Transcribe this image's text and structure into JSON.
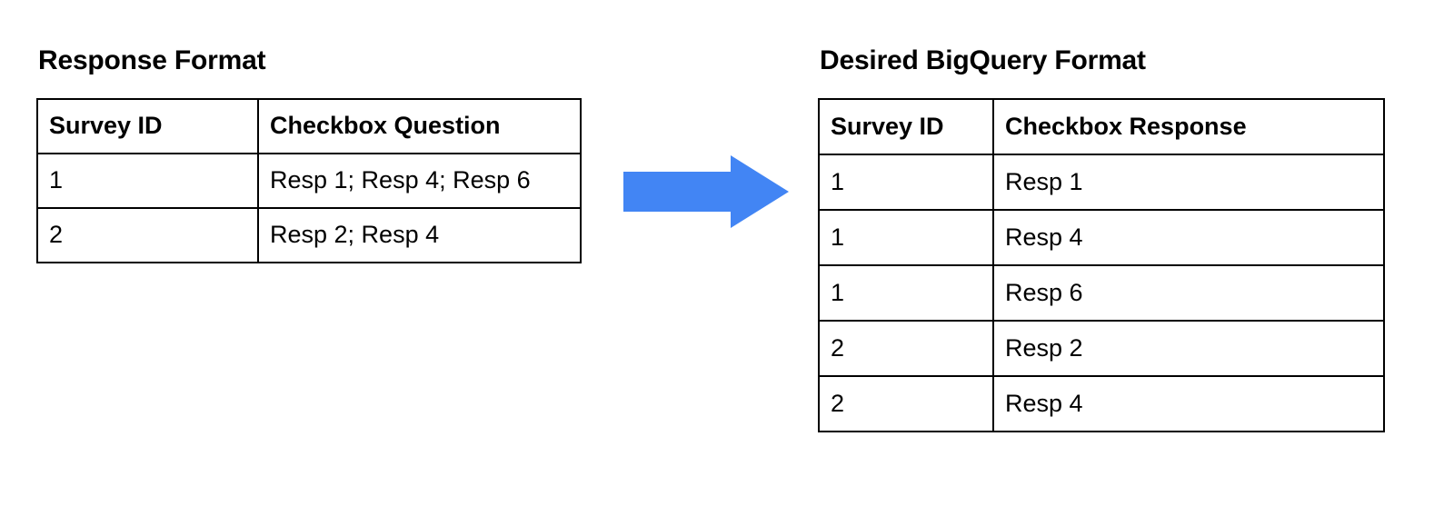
{
  "diagram": {
    "type": "transformation-flow",
    "arrow": {
      "name": "right-arrow",
      "direction": "right",
      "color": "#4285F4"
    }
  },
  "left": {
    "title": "Response Format",
    "table": {
      "columns": [
        "Survey ID",
        "Checkbox Question"
      ],
      "rows": [
        [
          "1",
          "Resp 1; Resp 4; Resp 6"
        ],
        [
          "2",
          "Resp 2; Resp 4"
        ]
      ]
    }
  },
  "right": {
    "title": "Desired BigQuery Format",
    "table": {
      "columns": [
        "Survey ID",
        "Checkbox Response"
      ],
      "rows": [
        [
          "1",
          "Resp 1"
        ],
        [
          "1",
          "Resp 4"
        ],
        [
          "1",
          "Resp 6"
        ],
        [
          "2",
          "Resp 2"
        ],
        [
          "2",
          "Resp 4"
        ]
      ]
    }
  }
}
